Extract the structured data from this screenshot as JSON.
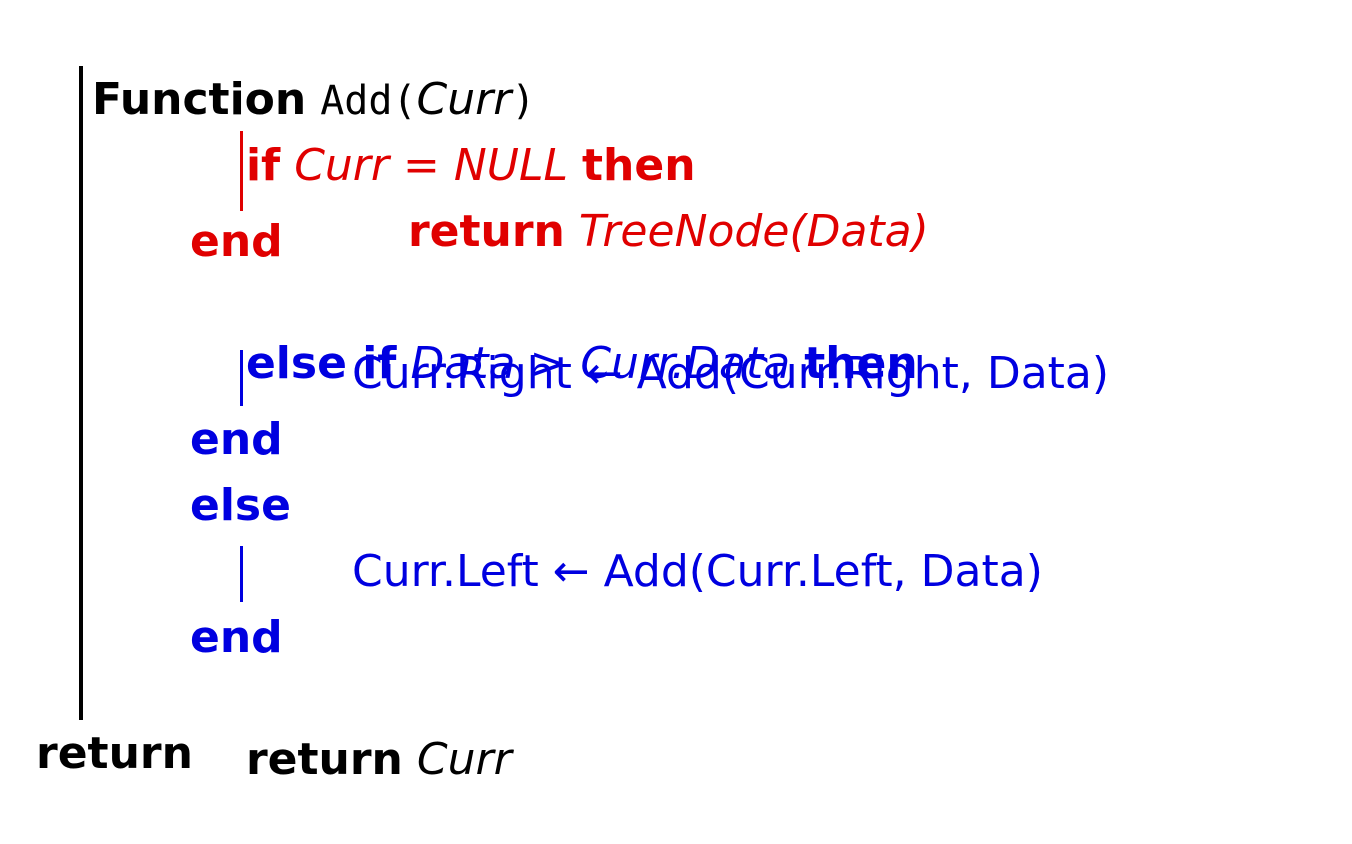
{
  "colors": {
    "red": "#e00000",
    "blue": "#0000e0",
    "black": "#000000"
  },
  "algorithm": {
    "header": {
      "keyword": "Function",
      "name": "Add(",
      "param": "Curr",
      "close": ")"
    },
    "if_block": {
      "kw_if": "if",
      "cond_a": "Curr",
      "op": "=",
      "cond_b": "NULL",
      "kw_then": "then",
      "kw_return": "return",
      "return_expr": "TreeNode(Data)",
      "kw_end": "end"
    },
    "elseif_block": {
      "kw_else_if": "else if",
      "cond_a": "Data",
      "op": ">",
      "cond_b": "Curr.Data",
      "kw_then": "then",
      "body": "Curr.Right ← Add(Curr.Right, Data)",
      "kw_end": "end"
    },
    "else_block": {
      "kw_else": "else",
      "body": "Curr.Left ← Add(Curr.Left, Data)",
      "kw_end": "end"
    },
    "final_return": {
      "kw_return": "return",
      "expr": "Curr"
    },
    "footer": {
      "kw_return": "return"
    }
  }
}
